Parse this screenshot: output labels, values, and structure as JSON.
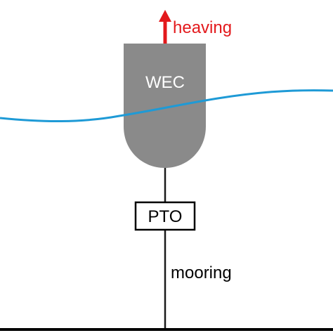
{
  "labels": {
    "heaving": "heaving",
    "wec": "WEC",
    "pto": "PTO",
    "mooring": "mooring"
  },
  "icons": {
    "heave_arrow": "double-arrow-vertical-icon"
  },
  "colors": {
    "background": "#ffffff",
    "arrow": "#e3191c",
    "heaving_text": "#e3191c",
    "wec_body": "#8a8a8a",
    "wec_text": "#ffffff",
    "water": "#1e9ad6",
    "line": "#1a1a1a",
    "pto_border": "#000000",
    "pto_fill": "#ffffff",
    "seabed": "#000000"
  }
}
